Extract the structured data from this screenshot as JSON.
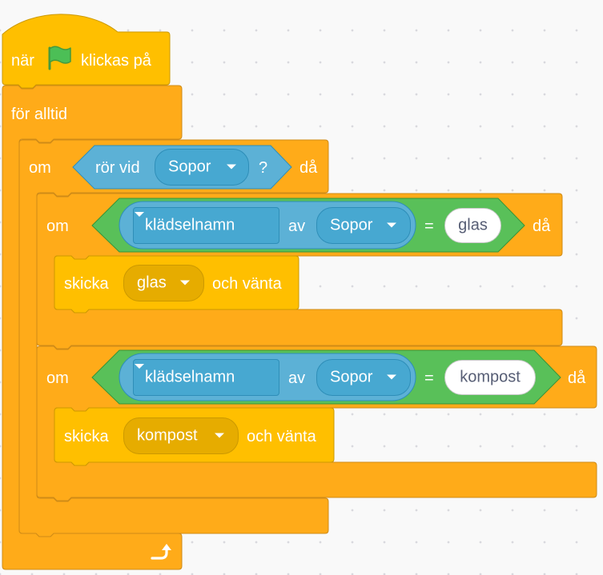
{
  "hat_block": {
    "prefix": "när",
    "flag_icon": "green-flag-icon",
    "suffix": "klickas på"
  },
  "forever_block": {
    "label": "för alltid",
    "loop_icon": "loop-arrow-icon"
  },
  "if_outer": {
    "if_label": "om",
    "then_label": "då",
    "condition": {
      "label": "rör vid",
      "target": "Sopor",
      "question": "?"
    }
  },
  "if_glas": {
    "if_label": "om",
    "then_label": "då",
    "property": "klädselnamn",
    "of_label": "av",
    "sprite": "Sopor",
    "equals": "=",
    "value": "glas",
    "broadcast": {
      "label": "skicka",
      "message": "glas",
      "suffix": "och vänta"
    }
  },
  "if_kompost": {
    "if_label": "om",
    "then_label": "då",
    "property": "klädselnamn",
    "of_label": "av",
    "sprite": "Sopor",
    "equals": "=",
    "value": "kompost",
    "broadcast": {
      "label": "skicka",
      "message": "kompost",
      "suffix": "och vänta"
    }
  },
  "colors": {
    "control_orange": "#ffab19",
    "control_border": "#cf8b17",
    "events_yellow": "#ffbf00",
    "events_dark": "#e6ac00",
    "events_border": "#cc9900",
    "sensing_blue": "#5cb1d6",
    "sensing_dark": "#47a8d1",
    "sensing_border": "#2e8eb8",
    "operators_green": "#59c059",
    "operators_border": "#389438"
  }
}
